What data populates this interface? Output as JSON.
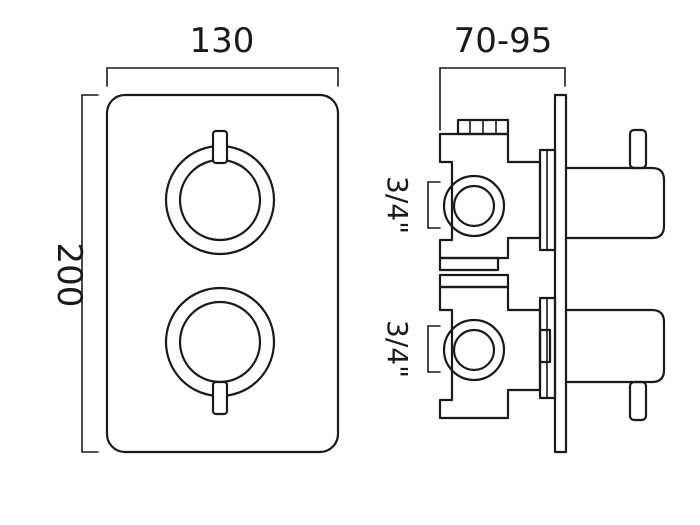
{
  "dimensions": {
    "width": "130",
    "height": "200",
    "depth": "70-95"
  },
  "ports": {
    "upper": "3/4\"",
    "lower": "3/4\""
  }
}
